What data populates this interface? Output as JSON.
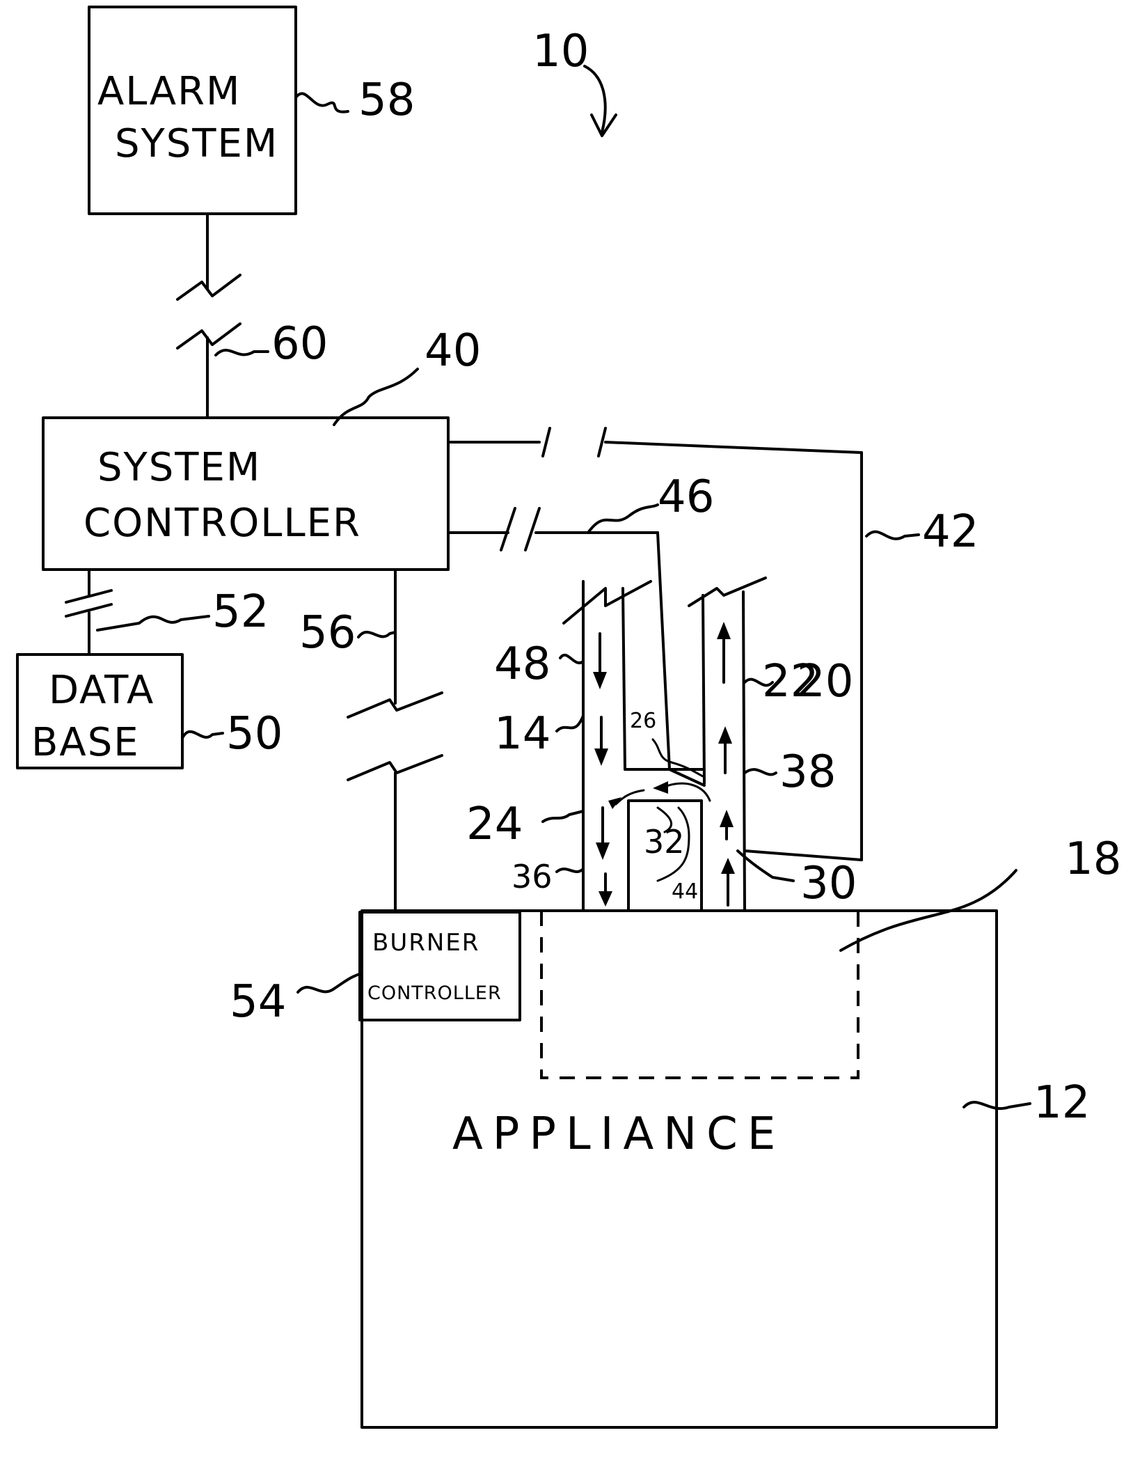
{
  "figure_ref": "10",
  "alarm_system": {
    "line1": "ALARM",
    "line2": "SYSTEM",
    "ref": "58"
  },
  "link_60": {
    "ref": "60"
  },
  "system_controller": {
    "line1": "SYSTEM",
    "line2": "CONTROLLER",
    "ref": "40"
  },
  "line_42": {
    "ref": "42"
  },
  "line_46": {
    "ref": "46"
  },
  "database": {
    "line1": "DATA",
    "line2": "BASE",
    "ref": "50"
  },
  "link_52": {
    "ref": "52"
  },
  "link_56": {
    "ref": "56"
  },
  "burner_controller": {
    "line1": "BURNER",
    "line2": "CONTROLLER",
    "ref": "54"
  },
  "appliance": {
    "label": "APPLIANCE",
    "ref": "12"
  },
  "region_18": {
    "ref": "18"
  },
  "vent": {
    "ref_48": "48",
    "ref_14": "14",
    "ref_24": "24",
    "ref_36": "36",
    "ref_26": "26",
    "ref_32": "32",
    "ref_44": "44",
    "ref_22": "22",
    "ref_20": "20",
    "ref_38": "38",
    "ref_30": "30"
  },
  "colors": {
    "ink": "#000000",
    "paper": "#ffffff"
  }
}
